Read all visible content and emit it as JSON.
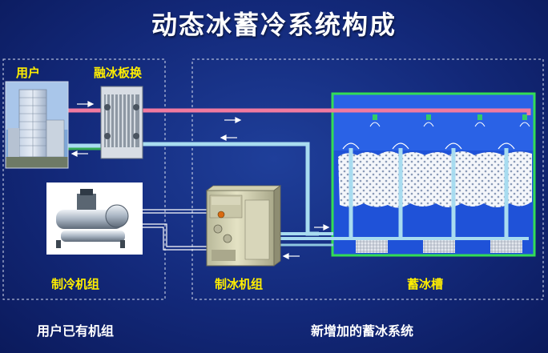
{
  "title": "动态冰蓄冷系统构成",
  "labels": {
    "user": "用户",
    "melt_plate_exchanger": "融冰板换",
    "chiller": "制冷机组",
    "ice_maker": "制冰机组",
    "ice_tank": "蓄冰槽",
    "existing_units": "用户已有机组",
    "new_storage_system": "新增加的蓄冰系统"
  },
  "colors": {
    "background": "#13297a",
    "title_text": "#ffffff",
    "yellow_label": "#ffee00",
    "hot_pipe": "#f07aa0",
    "cold_pipe": "#a8dcf0",
    "green_pipe": "#33aa55",
    "tank_frame": "#33dd55",
    "tank_water": "#1f52d8"
  }
}
